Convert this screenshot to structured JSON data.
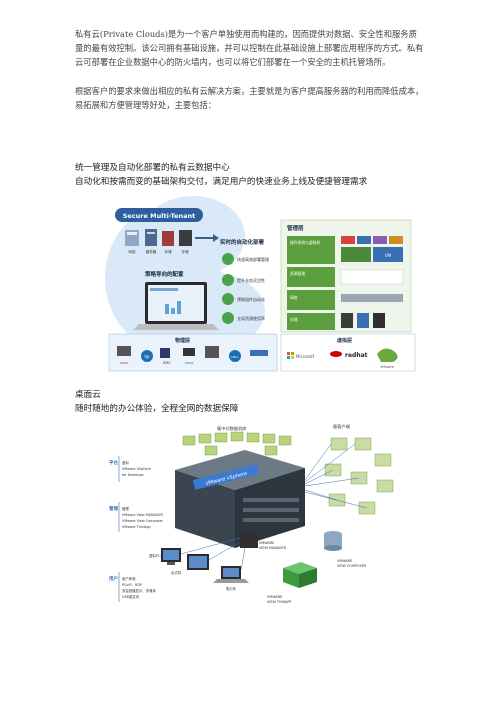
{
  "intro": {
    "p1": "私有云(Private Clouds)是为一个客户单独使用而构建的，因而提供对数据、安全性和服务质量的最有效控制。该公司拥有基础设施，并可以控制在此基础设施上部署应用程序的方式。私有云可部署在企业数据中心的防火墙内，也可以将它们部署在一个安全的主机托管场所。",
    "p2": "根据客户的要求来做出相应的私有云解决方案，主要就是为客户提高服务器的利用而降低成本，易拓展和方便管理等好处，主要包括："
  },
  "section1": {
    "title": "统一管理及自动化部署的私有云数据中心",
    "subtitle": "自动化和按需而变的基础架构交付，满足用户的快速业务上线及便捷管理需求"
  },
  "figure1": {
    "badge": "Secure Multi-Tenant",
    "top_icons": [
      "网络",
      "服务器",
      "存储",
      "存储"
    ],
    "policy_label": "策略导向的配置",
    "auto_title": "实时的自动化部署",
    "auto_items": [
      "快速高效部署管理",
      "提升业务灵活性",
      "预制组件自动化",
      "全局资源使用率"
    ],
    "mgmt_title": "管理层",
    "mgmt_rows": [
      "操作系统与虚拟机",
      "资源管理",
      "网络",
      "存储"
    ],
    "vm_label": "VM",
    "physical_title": "物理层",
    "physical_logos": [
      "cisco",
      "hp",
      "EMC",
      "cisco",
      "",
      "DELL",
      ""
    ],
    "virtual_title": "虚拟层",
    "virtual_logos": [
      "Microsoft",
      "redhat",
      "VMware"
    ]
  },
  "section2": {
    "title": "桌面云",
    "subtitle": "随时随地的办公体验，全程全网的数据保障"
  },
  "figure2": {
    "cluster_label": "集中式数据机房",
    "clients_label": "瘦客户端",
    "banner": "VMware vSphere",
    "platform_title": "平台",
    "platform_items": [
      "虚拟",
      "VMware VSphere",
      "for Desktops"
    ],
    "mgmt_title": "管理",
    "mgmt_items": [
      "管理",
      "VMware View MANAGER",
      "VMware View Composer",
      "VMware ThinApp"
    ],
    "user_title": "用户",
    "user_items": [
      "用户体验",
      "PCoIP、RDP",
      "多监视器显示、多媒体",
      "USB重定向"
    ],
    "view_manager": [
      "VMWARE",
      "VIEW MANAGER"
    ],
    "view_composer": [
      "VMWARE",
      "VIEW COMPOSER"
    ],
    "view_thinapp": [
      "VMWARE",
      "VIEW THINAPP"
    ],
    "device_labels": [
      "虚拟PC机",
      "台式机",
      "笔记本"
    ]
  }
}
